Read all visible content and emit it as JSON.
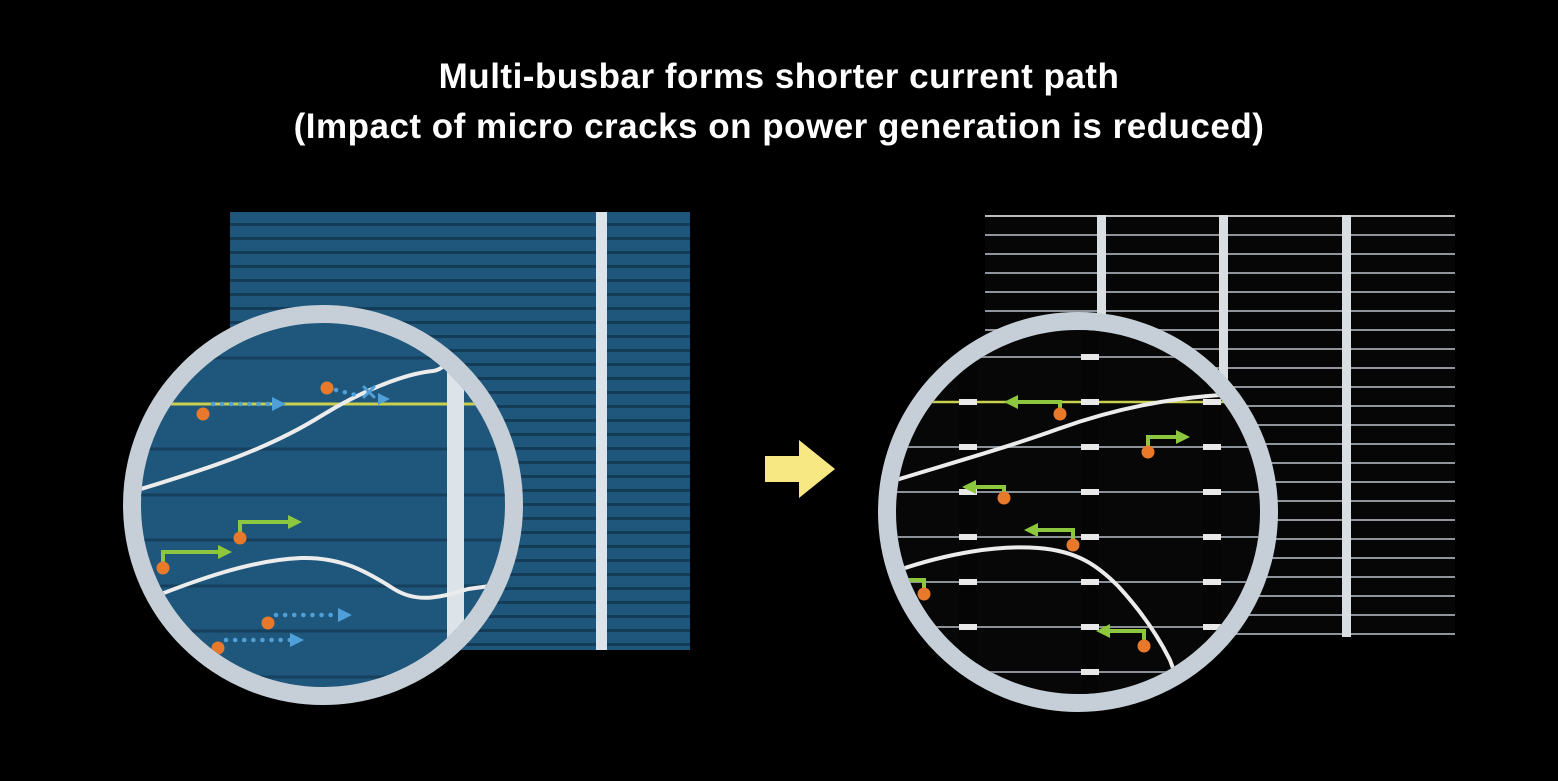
{
  "title": {
    "line1": "Multi-busbar forms shorter current path",
    "line2": "(Impact of micro cracks on power generation is reduced)"
  },
  "diagram": {
    "left_cell": {
      "name": "conventional busbar solar cell",
      "cell_color": "#1e567c",
      "finger_color": "#143c58",
      "busbar_color": "#dce3e9",
      "busbar_count_visible": 1
    },
    "right_cell": {
      "name": "multi-busbar solar cell",
      "cell_color": "#060606",
      "finger_color": "#8f959b",
      "busbar_color": "#d9dee3",
      "busbar_count_visible": 3
    },
    "transition_arrow": {
      "direction": "right",
      "color": "#f7e883"
    },
    "magnifier_ring_color": "#c6cfd7",
    "micro_crack_color": "#ececec",
    "long_blocked_path_color": "#4fa0d8",
    "short_path_color": "#8dc63f",
    "carrier_dot_color": "#e8792a",
    "highlighted_finger_color": "#c9cf4e"
  }
}
